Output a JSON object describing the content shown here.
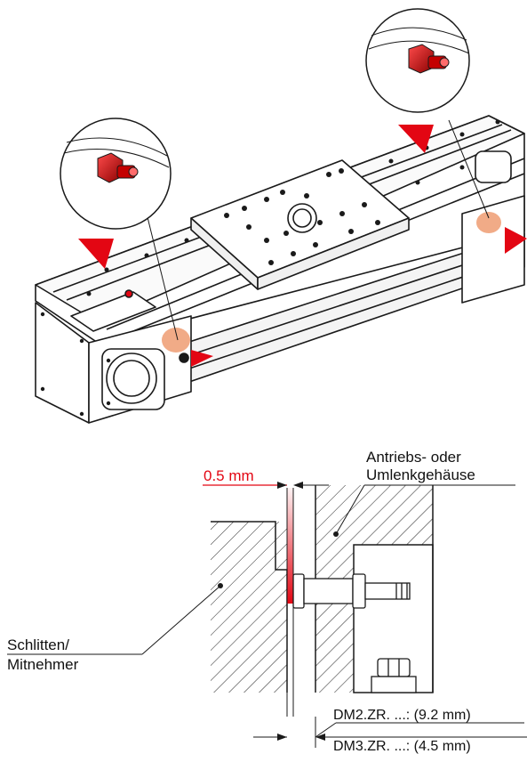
{
  "colors": {
    "accent_red": "#e30613",
    "line": "#1a1a1a",
    "marker_orange": "#f0a27a",
    "hatch": "#222222"
  },
  "icons": {
    "top_figure": "linear-axis-module-illustration",
    "detail_callouts": "red-plug-screw-magnified",
    "arrows": "red-triangle-marker"
  },
  "labels": {
    "gap": "0.5 mm",
    "housing_line1": "Antriebs- oder",
    "housing_line2": "Umlenkgehäuse",
    "carriage_line1": "Schlitten/",
    "carriage_line2": "Mitnehmer",
    "dim_dm2": "DM2.ZR. ...: (9.2 mm)",
    "dim_dm3": "DM3.ZR. ...: (4.5 mm)"
  }
}
